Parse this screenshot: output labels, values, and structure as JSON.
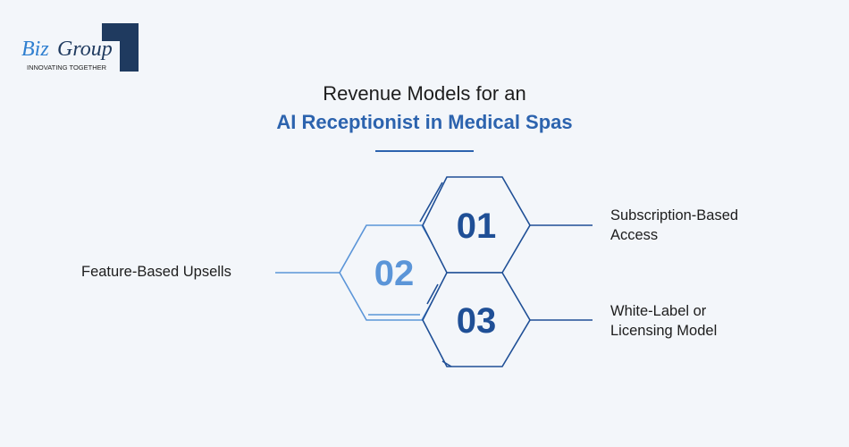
{
  "logo": {
    "brand": "BizGroup",
    "tagline": "INNOVATING TOGETHER"
  },
  "title": {
    "line1": "Revenue Models for an",
    "line2": "AI Receptionist in Medical Spas"
  },
  "items": [
    {
      "number": "01",
      "label_line1": "Subscription-Based",
      "label_line2": "Access"
    },
    {
      "number": "02",
      "label_line1": "Feature-Based Upsells"
    },
    {
      "number": "03",
      "label_line1": "White-Label or",
      "label_line2": "Licensing Model"
    }
  ],
  "colors": {
    "dark_blue": "#1f4f96",
    "light_blue": "#5b95d8",
    "navy": "#1f3a5f",
    "background": "#f3f6fa"
  }
}
